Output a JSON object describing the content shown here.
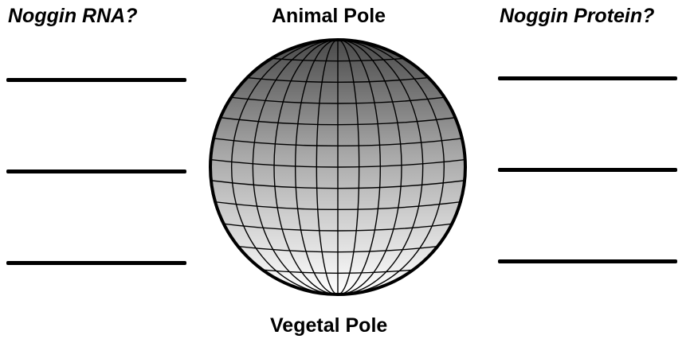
{
  "labels": {
    "rna": "Noggin RNA?",
    "protein": "Noggin Protein?",
    "animal_pole": "Animal Pole",
    "vegetal_pole": "Vegetal Pole"
  },
  "colors": {
    "ink": "#000000",
    "sphere_top": "#4a4a4a",
    "sphere_bottom": "#ffffff"
  }
}
